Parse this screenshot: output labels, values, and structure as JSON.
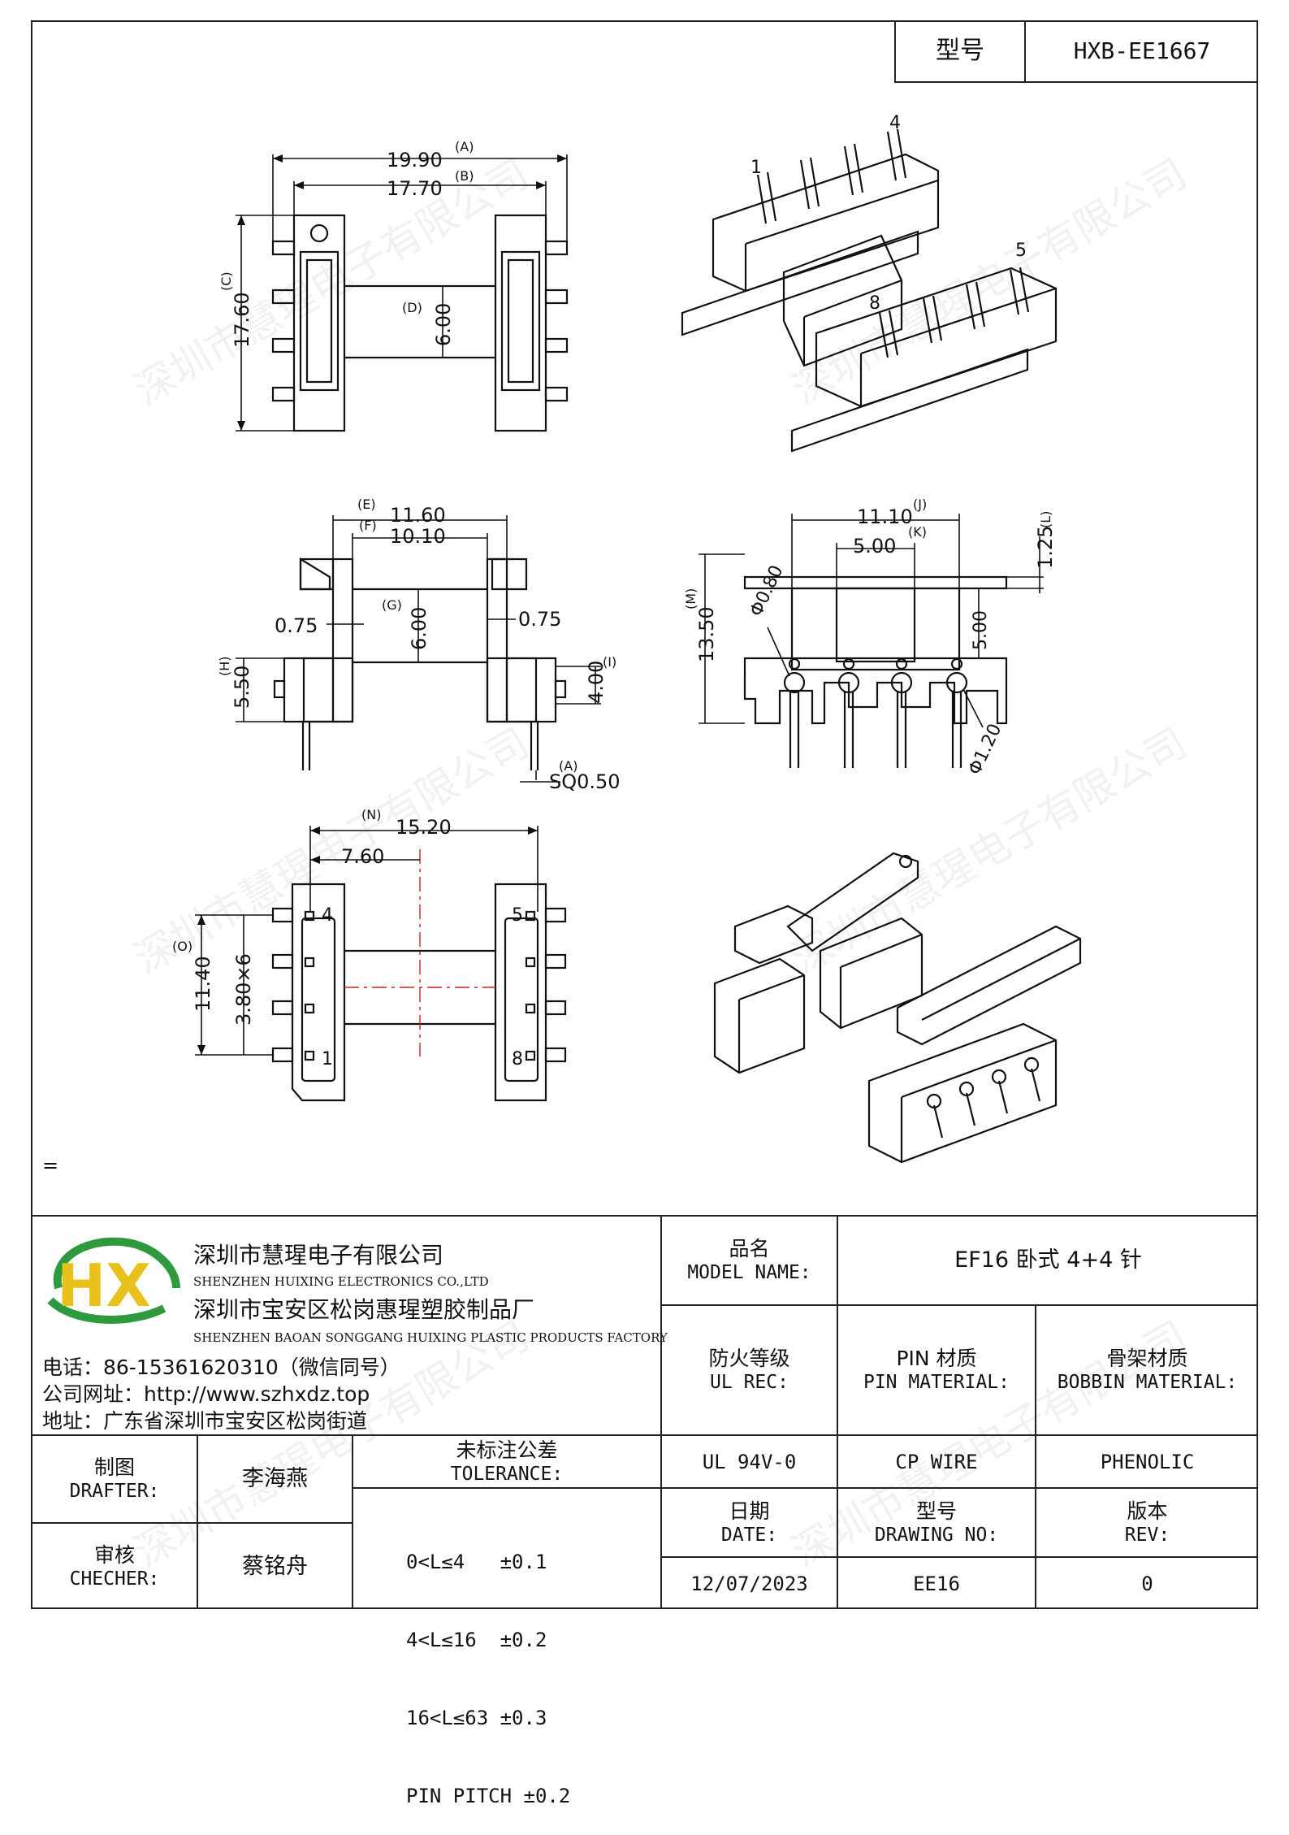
{
  "header": {
    "model_label": "型号",
    "model_value": "HXB-EE1667"
  },
  "drawing": {
    "top_view": {
      "dim_a": "19.90",
      "tag_a": "(A)",
      "dim_b": "17.70",
      "tag_b": "(B)",
      "dim_c": "17.60",
      "tag_c": "(C)",
      "dim_d": "6.00",
      "tag_d": "(D)"
    },
    "front_view": {
      "dim_e": "11.60",
      "tag_e": "(E)",
      "dim_f": "10.10",
      "tag_f": "(F)",
      "dim_g": "6.00",
      "tag_g": "(G)",
      "dim_left": "0.75",
      "dim_right": "0.75",
      "dim_h": "5.50",
      "tag_h": "(H)",
      "dim_i": "4.00",
      "tag_i": "(I)",
      "dim_pin": "SQ0.50",
      "tag_pin": "(A)"
    },
    "side_view": {
      "dim_j": "11.10",
      "tag_j": "(J)",
      "dim_k": "5.00",
      "tag_k": "(K)",
      "dim_l": "1.25",
      "tag_l": "(L)",
      "dim_m": "13.50",
      "tag_m": "(M)",
      "dim_hole": "Φ0.80",
      "dim_pin_d": "Φ1.20",
      "dim_inner": "5.00"
    },
    "bottom_view": {
      "dim_n": "15.20",
      "tag_n": "(N)",
      "dim_half": "7.60",
      "dim_o": "11.40",
      "tag_o": "(O)",
      "dim_pitch": "3.80×6",
      "pin_4": "4",
      "pin_5": "5",
      "pin_1": "1",
      "pin_8": "8"
    },
    "iso_view": {
      "pin_1": "1",
      "pin_4": "4",
      "pin_5": "5",
      "pin_8": "8"
    },
    "note_mark": "="
  },
  "company": {
    "name_cn": "深圳市慧瑆电子有限公司",
    "name_en": "SHENZHEN HUIXING ELECTRONICS CO.,LTD",
    "factory_cn": "深圳市宝安区松岗惠瑆塑胶制品厂",
    "factory_en": "SHENZHEN BAOAN SONGGANG HUIXING PLASTIC PRODUCTS FACTORY",
    "phone": "电话：86-15361620310（微信同号）",
    "website": "公司网址：http://www.szhxdz.top",
    "address": "地址：广东省深圳市宝安区松岗街道",
    "logo_text": "HX",
    "colors": {
      "green": "#2e9a3e",
      "yellow": "#e8c21a"
    }
  },
  "title_block": {
    "model_name_cn": "品名",
    "model_name_en": "MODEL NAME:",
    "model_name_value": "EF16 卧式 4+4 针",
    "ul_cn": "防火等级",
    "ul_en": "UL REC:",
    "pin_cn": "PIN 材质",
    "pin_en": "PIN MATERIAL:",
    "bobbin_cn": "骨架材质",
    "bobbin_en": "BOBBIN MATERIAL:",
    "ul_value": "UL 94V-0",
    "pin_value": "CP WIRE",
    "bobbin_value": "PHENOLIC",
    "drafter_cn": "制图",
    "drafter_en": "DRAFTER:",
    "drafter_value": "李海燕",
    "checker_cn": "审核",
    "checker_en": "CHECHER:",
    "checker_value": "蔡铭舟",
    "tol_cn": "未标注公差",
    "tol_en": "TOLERANCE:",
    "tol_lines": [
      "0<L≤4   ±0.1",
      "4<L≤16  ±0.2",
      "16<L≤63 ±0.3",
      "PIN PITCH ±0.2"
    ],
    "date_cn": "日期",
    "date_en": "DATE:",
    "date_value": "12/07/2023",
    "drawing_cn": "型号",
    "drawing_en": "DRAWING NO:",
    "drawing_value": "EE16",
    "rev_cn": "版本",
    "rev_en": "REV:",
    "rev_value": "0"
  },
  "watermark": "深圳市慧瑆电子有限公司"
}
